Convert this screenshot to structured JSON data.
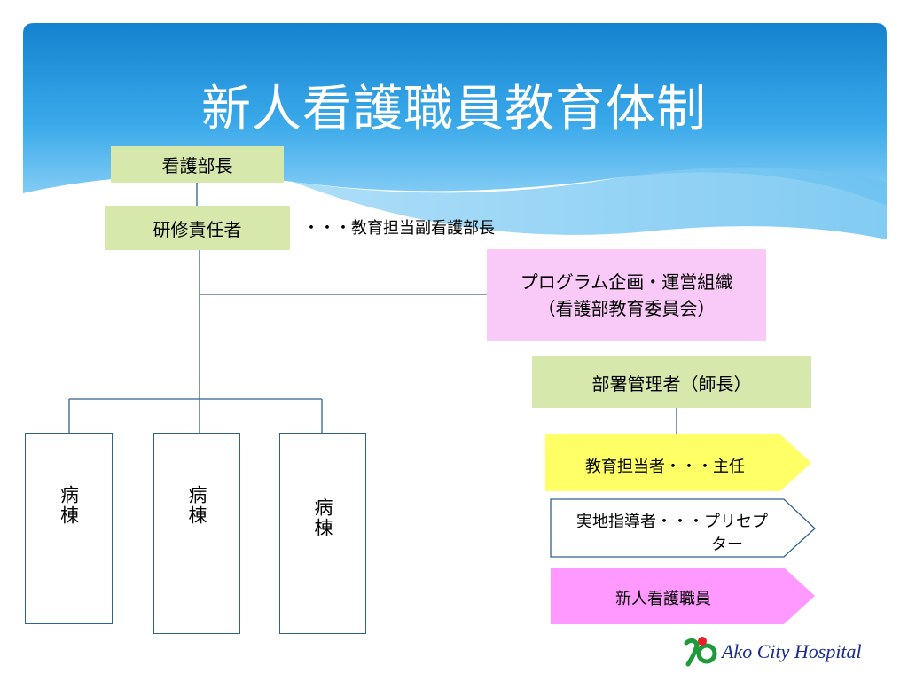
{
  "slide": {
    "title": "新人看護職員教育体制"
  },
  "boxes": {
    "nursing_director": "看護部長",
    "training_manager": "研修責任者",
    "training_manager_note": "・・・教育担当副看護部長",
    "program_org_line1": "プログラム企画・運営組織",
    "program_org_line2": "（看護部教育委員会）",
    "dept_manager": "部署管理者（師長）",
    "education_lead": "教育担当者・・・主任",
    "preceptor_line1": "実地指導者・・・プリセプ",
    "preceptor_line2": "ター",
    "new_nurse": "新人看護職員"
  },
  "wards": [
    "病棟",
    "病棟",
    "病棟"
  ],
  "logo": {
    "text": "Ako City Hospital"
  },
  "colors": {
    "header_blue": "#1b8fd6",
    "green_box": "#d7e8ad",
    "pink_box": "#f9c9f7",
    "yellow_box": "#ffff66",
    "magenta_box": "#ff99ff",
    "line": "#30628f"
  }
}
